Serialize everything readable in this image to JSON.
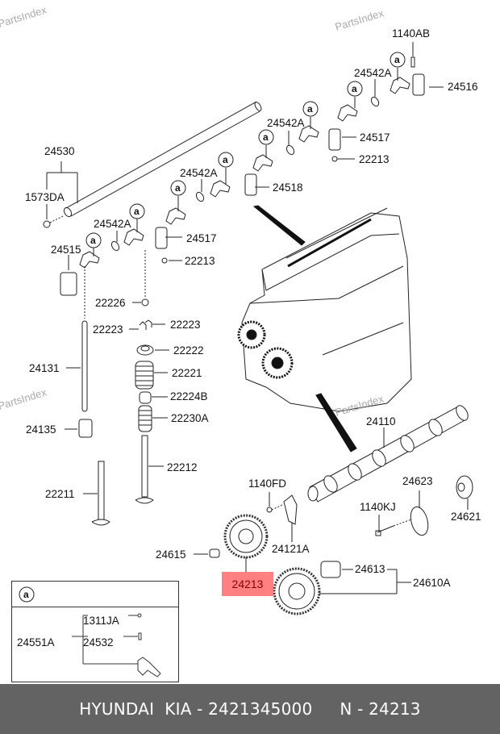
{
  "watermark": "PartsIndex",
  "highlight": {
    "part": "24213",
    "color": "#ff8080"
  },
  "callout_marker": "a",
  "labels": {
    "p1140AB": "1140AB",
    "p24542A_1": "24542A",
    "p24516": "24516",
    "p24542A_2": "24542A",
    "p24517_1": "24517",
    "p22213_1": "22213",
    "p24530": "24530",
    "p24542A_3": "24542A",
    "p24518": "24518",
    "p1573DA": "1573DA",
    "p24542A_4": "24542A",
    "p24517_2": "24517",
    "p24515": "24515",
    "p22213_2": "22213",
    "p22226": "22226",
    "p22223_l": "22223",
    "p22223_r": "22223",
    "p24131": "24131",
    "p22222": "22222",
    "p22221": "22221",
    "p22224B": "22224B",
    "p24135": "24135",
    "p22230A": "22230A",
    "p24110": "24110",
    "p22212": "22212",
    "p22211": "22211",
    "p1140FD": "1140FD",
    "p24623": "24623",
    "p1140KJ": "1140KJ",
    "p24621": "24621",
    "p24615": "24615",
    "p24121A": "24121A",
    "p24613": "24613",
    "p24610A": "24610A"
  },
  "legend": {
    "marker": "a",
    "parent": "24551A",
    "children": [
      "1311JA",
      "24532"
    ]
  },
  "footer": {
    "brand": "HYUNDAI  KIA",
    "oem_number": "2421345000",
    "sep": " - ",
    "short_prefix": "N",
    "short_number": "24213"
  }
}
